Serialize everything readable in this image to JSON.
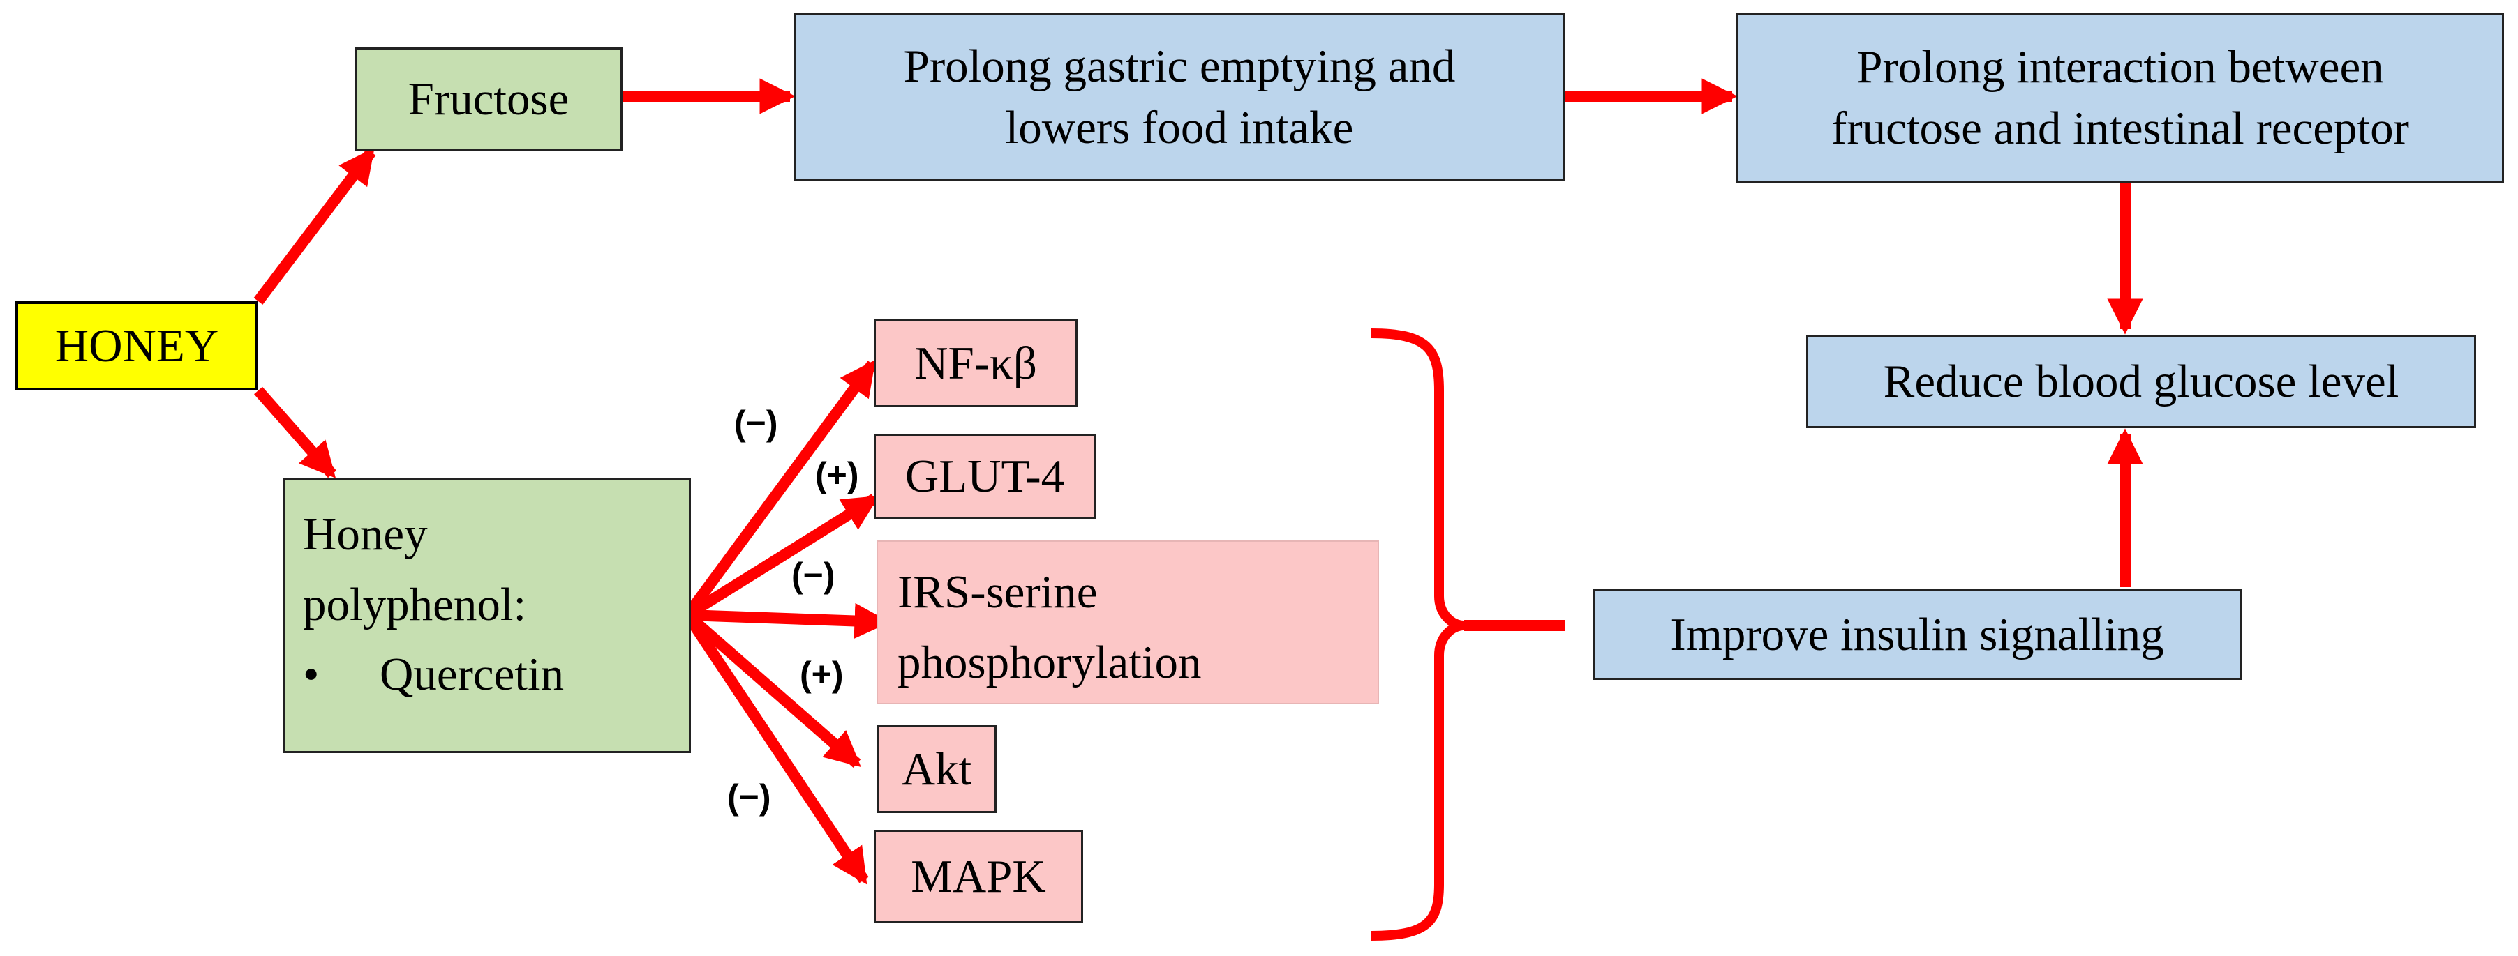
{
  "diagram": {
    "honey": "HONEY",
    "fructose": "Fructose",
    "gastric_line1": "Prolong gastric emptying and",
    "gastric_line2": "lowers food intake",
    "interaction_line1": "Prolong interaction between",
    "interaction_line2": "fructose and intestinal receptor",
    "reduce_glucose": "Reduce blood glucose level",
    "polyphenol_line1": "Honey",
    "polyphenol_line2": "polyphenol:",
    "polyphenol_bullet": "•",
    "polyphenol_item": "Quercetin",
    "nfkb": "NF-κβ",
    "glut4": "GLUT-4",
    "irs_line1": "IRS-serine",
    "irs_line2": "phosphorylation",
    "akt": "Akt",
    "mapk": "MAPK",
    "insulin": "Improve insulin signalling",
    "sign_nfkb": "(−)",
    "sign_glut4": "(+)",
    "sign_irs": "(−)",
    "sign_akt": "(+)",
    "sign_mapk": "(−)"
  },
  "colors": {
    "arrow": "#ff0000",
    "honey_fill": "#ffff00",
    "green_fill": "#c6dfb1",
    "blue_fill": "#bcd5ec",
    "pink_fill": "#fcc7c7"
  }
}
